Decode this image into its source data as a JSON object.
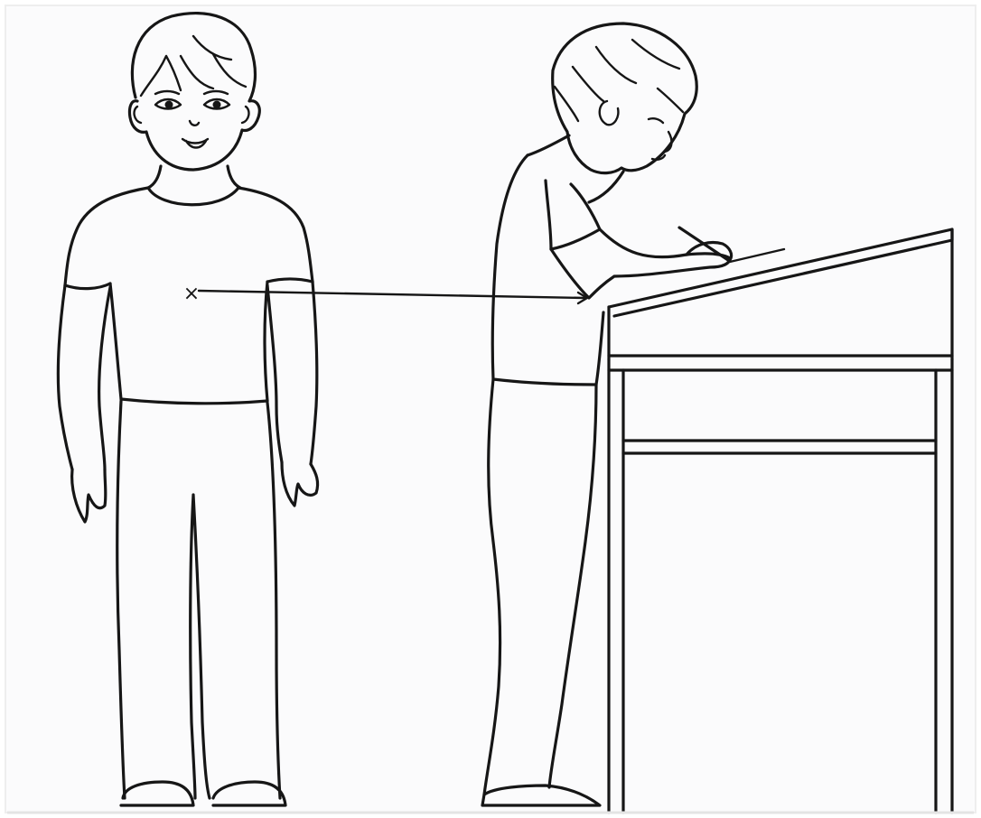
{
  "illustration": {
    "style": "black line drawing on white paper",
    "colors": {
      "ink": "#161616",
      "paper": "#ffffff",
      "paper_tint": "#f6f7f8"
    },
    "figures": [
      {
        "name": "child-standing-front-view"
      },
      {
        "name": "child-writing-at-slanted-desk-side-view"
      }
    ],
    "objects": [
      "slanted-writing-desk",
      "elbow-height-reference-line"
    ],
    "marker_glyph": "×"
  }
}
